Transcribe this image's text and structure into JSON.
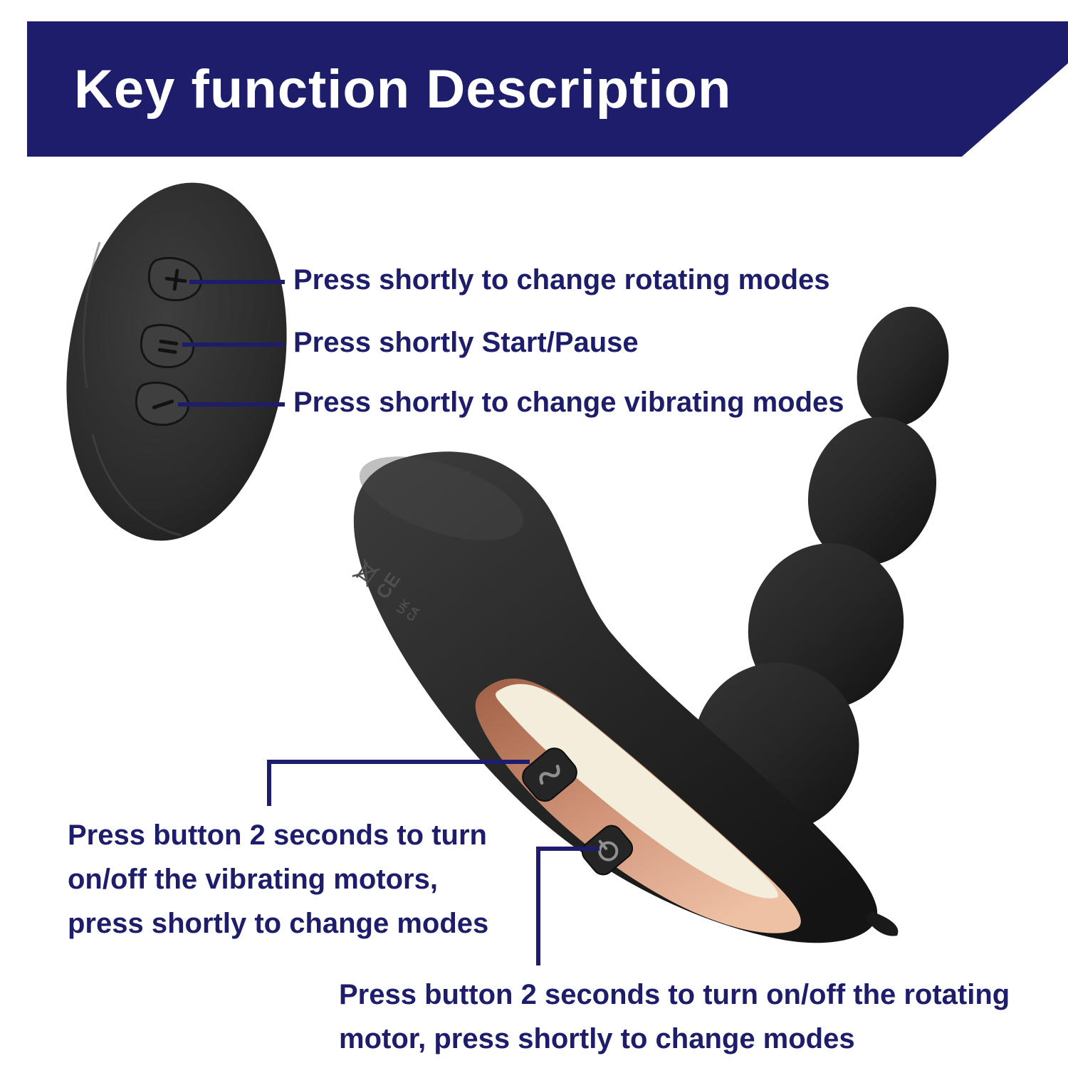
{
  "banner": {
    "title": "Key function Description"
  },
  "remote": {
    "buttons": [
      {
        "name": "plus-button",
        "icon": "plus-icon"
      },
      {
        "name": "pause-button",
        "icon": "pause-icon"
      },
      {
        "name": "minus-button",
        "icon": "minus-icon"
      }
    ]
  },
  "remote_callouts": [
    "Press shortly to change rotating modes",
    "Press shortly Start/Pause",
    "Press shortly to change vibrating modes"
  ],
  "device": {
    "markings": [
      "UK",
      "CA",
      "CE"
    ],
    "buttons": [
      {
        "name": "vibration-button",
        "icon": "wave-icon"
      },
      {
        "name": "power-button",
        "icon": "power-icon"
      }
    ]
  },
  "callout_vibrating": {
    "lines": [
      "Press button 2 seconds to turn",
      "on/off the vibrating motors,",
      "press shortly to change modes"
    ]
  },
  "callout_rotating": {
    "lines": [
      "Press button 2 seconds to turn on/off the rotating",
      "motor, press shortly to change modes"
    ]
  },
  "icons": {
    "plus-icon": "+",
    "pause-icon": "=",
    "minus-icon": "−",
    "wave-icon": "squiggle wave",
    "power-icon": "power symbol",
    "weee-bin-icon": "crossed-out wheelie bin"
  },
  "colors": {
    "navy": "#1d1d6b",
    "white": "#ffffff",
    "device_dark": "#262626",
    "copper": "#d2967a",
    "cream": "#f3eddc"
  }
}
